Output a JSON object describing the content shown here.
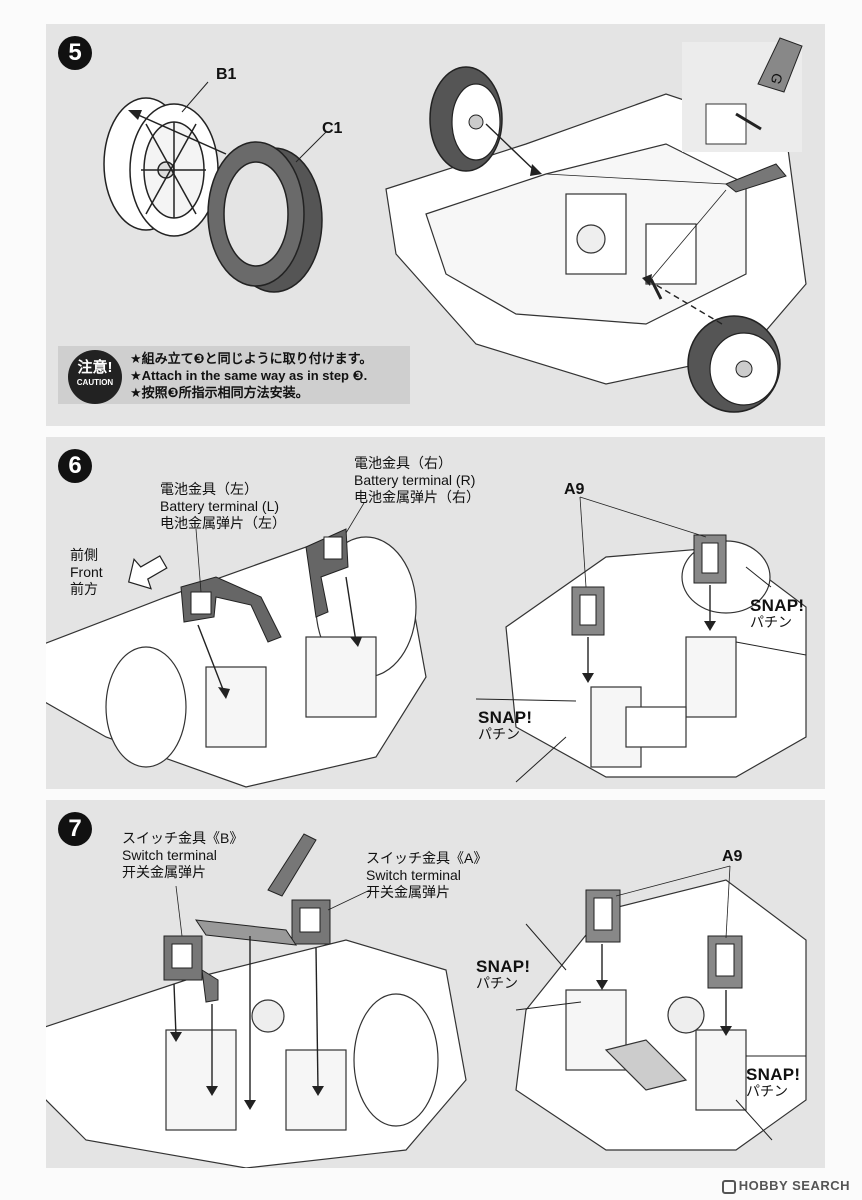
{
  "step5": {
    "number": "5",
    "labels": {
      "b1": "B1",
      "c1": "C1"
    },
    "caution": {
      "badge_jp": "注意!",
      "badge_en": "CAUTION",
      "lines": [
        "★組み立て❸と同じように取り付けます。",
        "★Attach in the same way as in step ❸.",
        "★按照❸所指示相同方法安装。"
      ]
    }
  },
  "step6": {
    "number": "6",
    "front": {
      "jp": "前側",
      "en": "Front",
      "cn": "前方"
    },
    "terminal_left": {
      "jp": "電池金具（左）",
      "en": "Battery terminal (L)",
      "cn": "电池金属弹片（左）"
    },
    "terminal_right": {
      "jp": "電池金具（右）",
      "en": "Battery terminal (R)",
      "cn": "电池金属弹片（右）"
    },
    "part": "A9",
    "snap_en": "SNAP!",
    "snap_jp": "パチン"
  },
  "step7": {
    "number": "7",
    "switch_b": {
      "jp": "スイッチ金具《B》",
      "en": "Switch terminal",
      "cn": "开关金属弹片"
    },
    "switch_a": {
      "jp": "スイッチ金具《A》",
      "en": "Switch terminal",
      "cn": "开关金属弹片"
    },
    "part": "A9",
    "snap_en": "SNAP!",
    "snap_jp": "パチン"
  },
  "footer": {
    "watermark": "HOBBY SEARCH"
  }
}
